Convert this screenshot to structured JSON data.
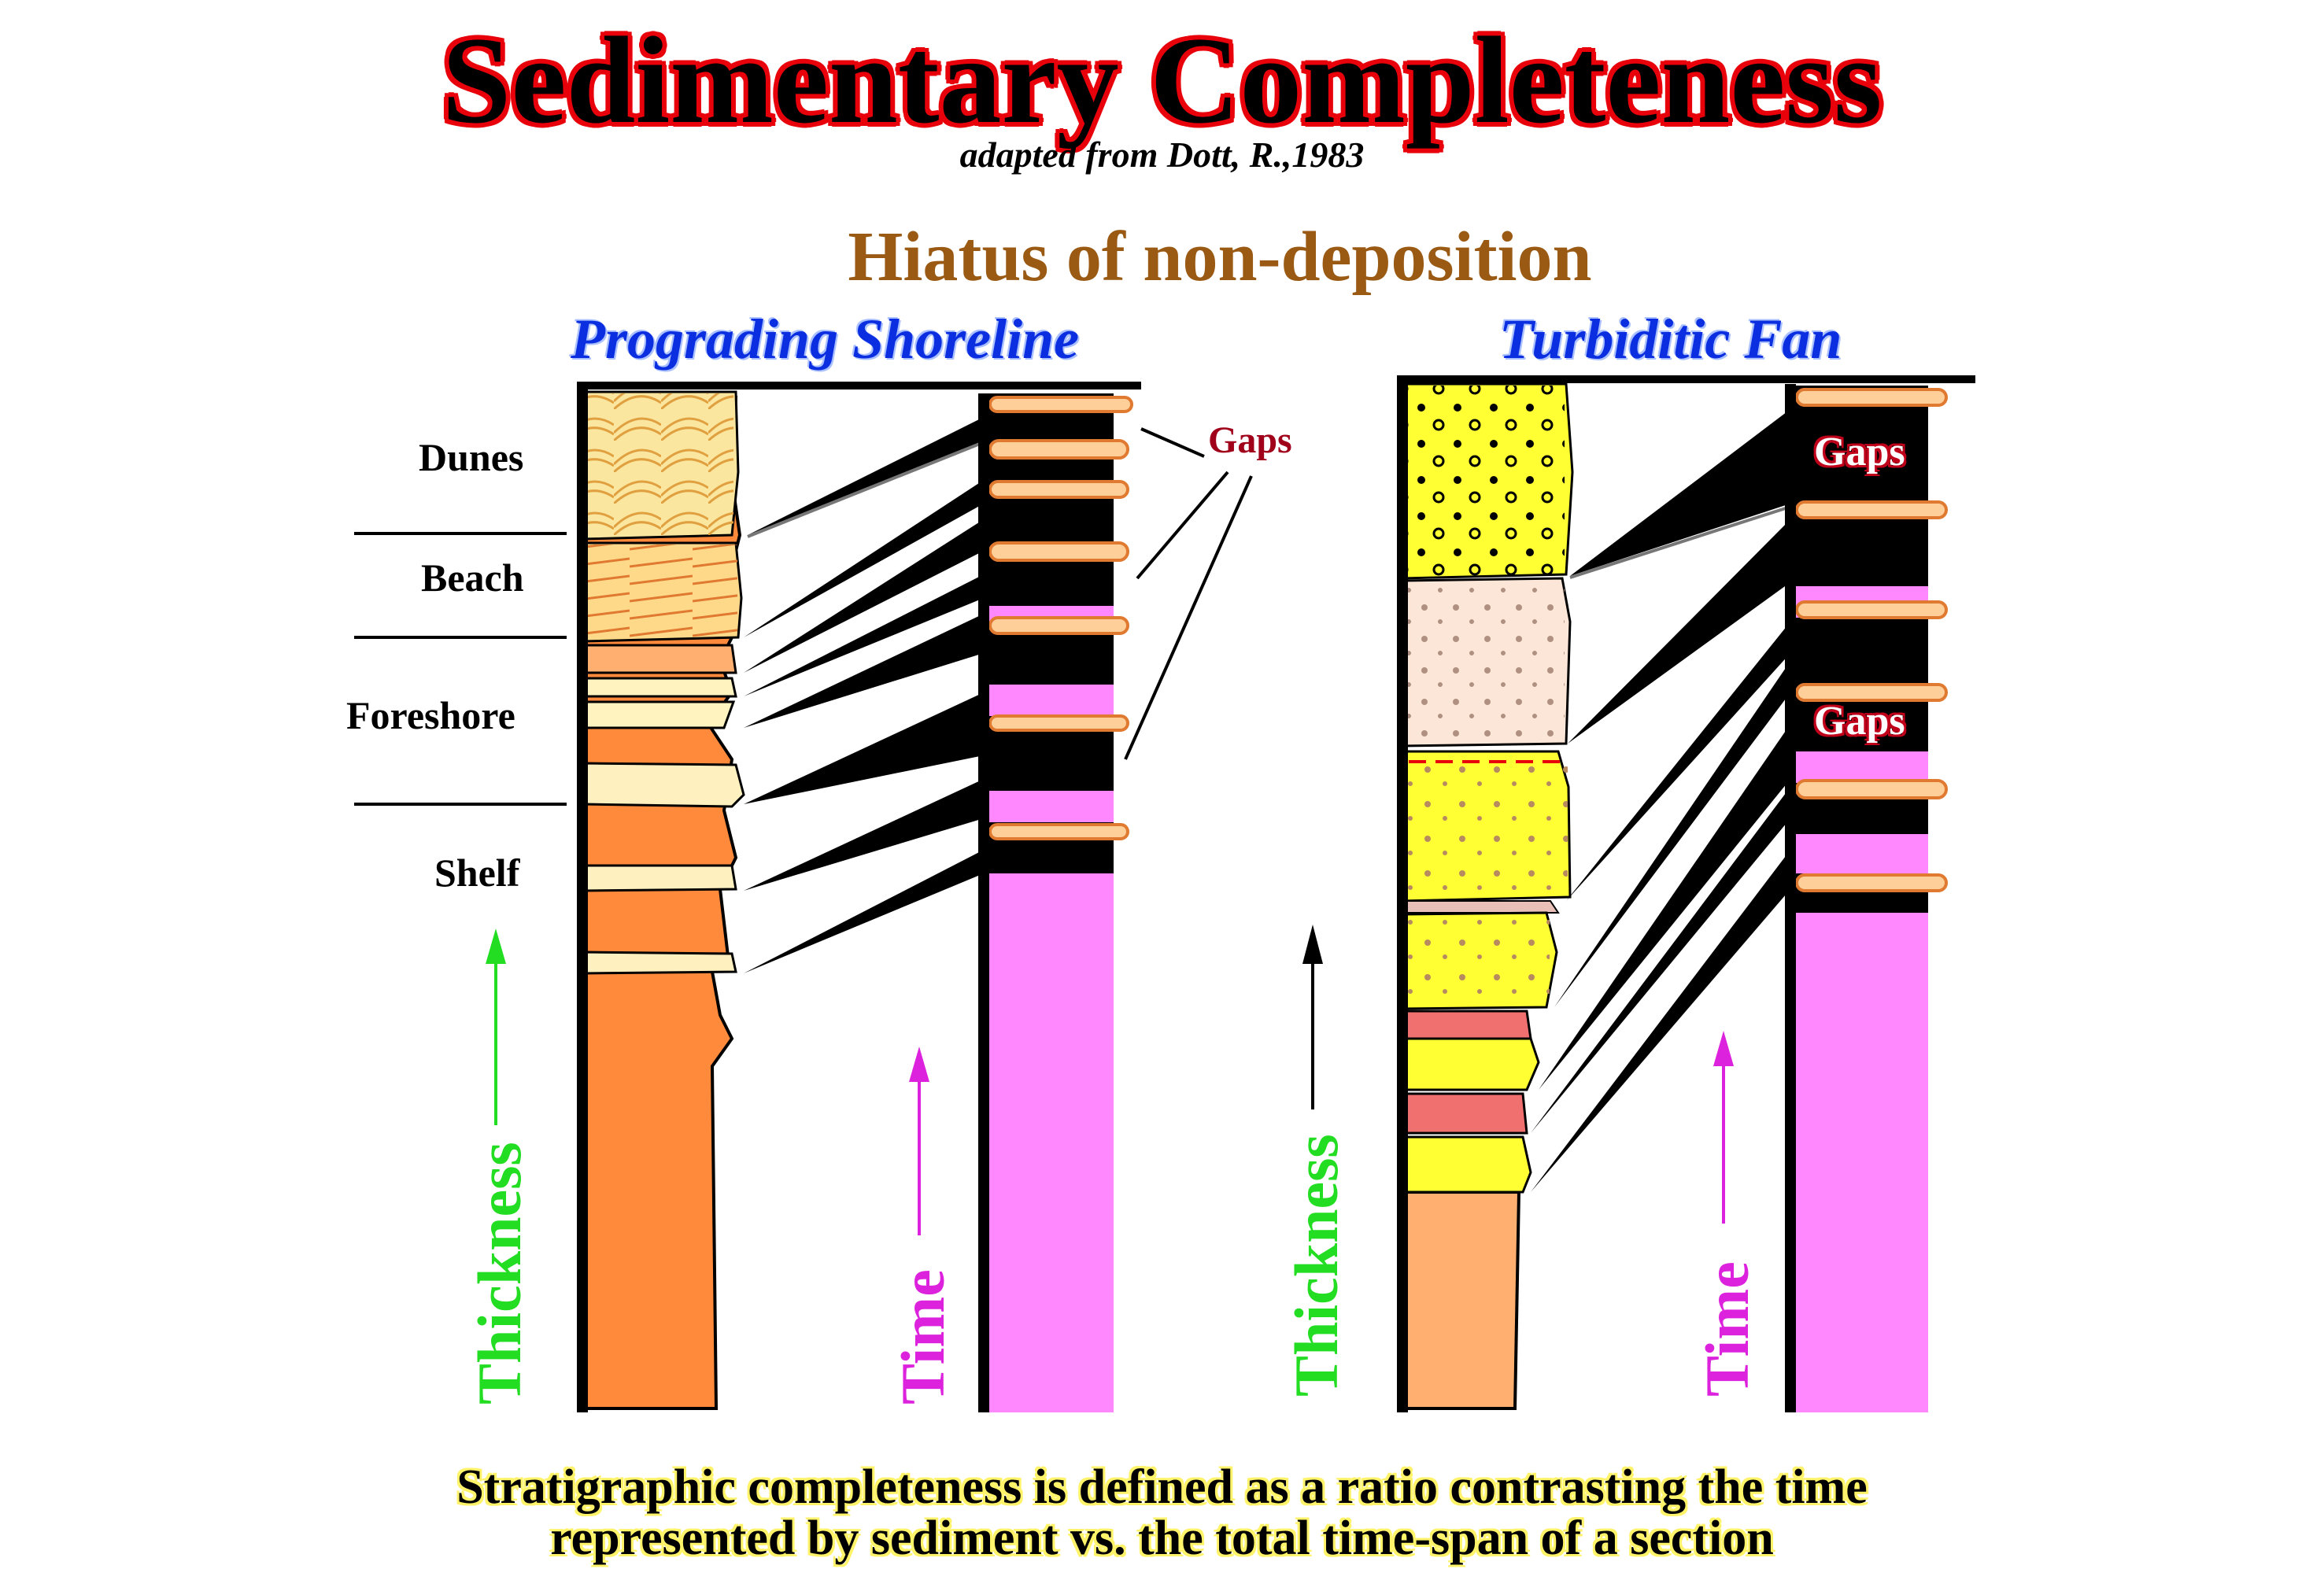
{
  "title": "Sedimentary Completeness",
  "citation": "adapted from Dott, R.,1983",
  "subtitle": "Hiatus of non-deposition",
  "left_panel": {
    "title": "Prograding Shoreline",
    "facies": [
      "Dunes",
      "Beach",
      "Foreshore",
      "Shelf"
    ],
    "gaps_label": "Gaps",
    "thickness_label": "Thickness",
    "time_label": "Time"
  },
  "right_panel": {
    "title": "Turbiditic Fan",
    "gaps_labels": [
      "Gaps",
      "Gaps"
    ],
    "thickness_label": "Thickness",
    "time_label": "Time"
  },
  "caption": {
    "line1": "Stratigraphic completeness is defined as a ratio contrasting the time",
    "line2": "represented by sediment vs. the total time-span of a section"
  },
  "colors": {
    "title_outline": "#e8000a",
    "panel_title": "#0a2ee0",
    "subtitle": "#9a5a14",
    "thickness_arrow_left": "#22dd22",
    "thickness_arrow_right": "#000000",
    "time_arrow": "#dd22dd",
    "time_column": "#ff88ff",
    "shelf_mud": "#ff8a3c",
    "turbidite_sand": "#ffff33",
    "caption_highlight": "#fff36a"
  }
}
